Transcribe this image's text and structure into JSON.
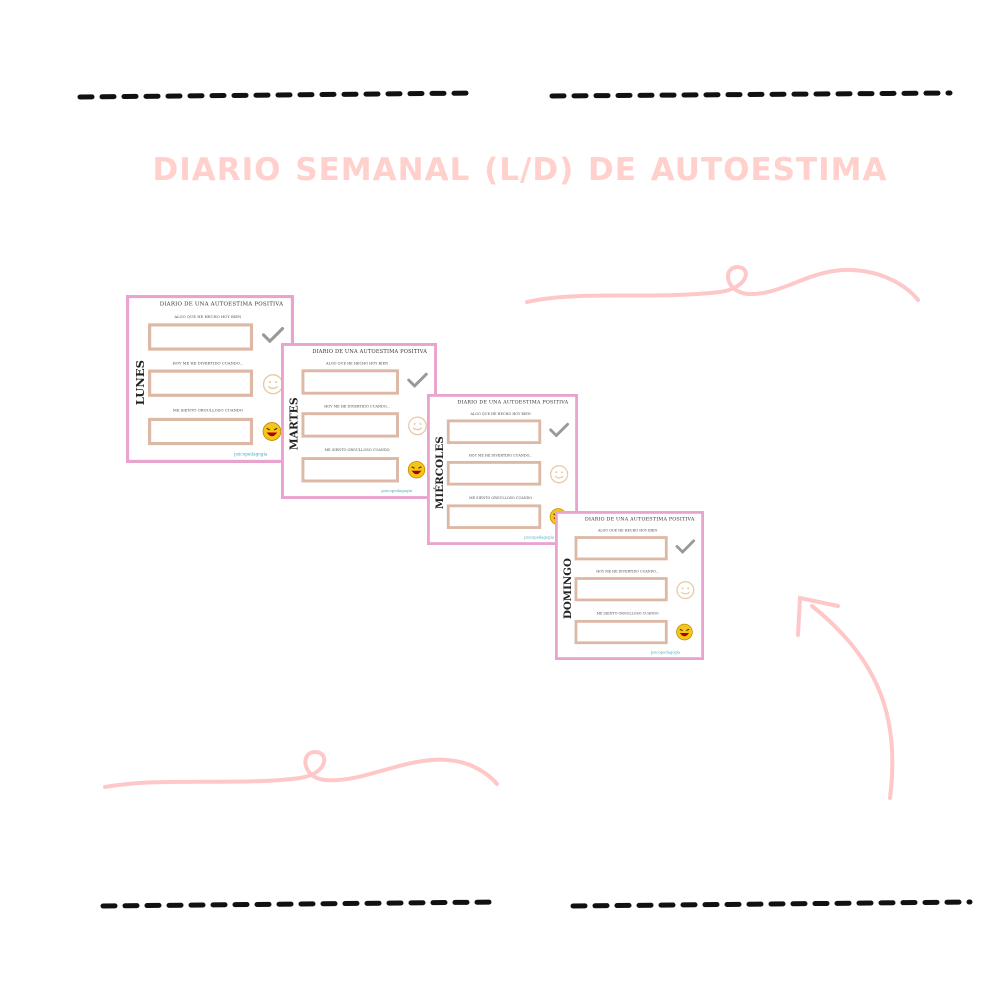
{
  "title": "DIARIO  SEMANAL (L/D) DE AUTOESTIMA",
  "colors": {
    "title": "#ffd0cc",
    "dashes": "#111111",
    "swirl": "#ffc8c8",
    "card_border": "#e8a3cf",
    "box_border": "#dcb8a5"
  },
  "cards": [
    {
      "day": "LUNES",
      "header": "DIARIO DE UNA AUTOESTIMA POSITIVA",
      "prompts": [
        "ALGO QUE HE HECHO HOY BIEN",
        "HOY ME HE DIVERTIDO CUANDO...",
        "ME SIENTO ORGULLOSO CUANDO"
      ],
      "icons": [
        "check-icon",
        "smile-icon",
        "laughing-emoji-icon"
      ],
      "brand": "psicopedagogía"
    },
    {
      "day": "MARTES",
      "header": "DIARIO DE UNA AUTOESTIMA POSITIVA",
      "prompts": [
        "ALGO QUE HE HECHO HOY BIEN",
        "HOY ME HE DIVERTIDO CUANDO...",
        "ME SIENTO ORGULLOSO CUANDO"
      ],
      "icons": [
        "check-icon",
        "smile-icon",
        "laughing-emoji-icon"
      ],
      "brand": "psicopedagogía"
    },
    {
      "day": "MIÉRCOLES",
      "header": "DIARIO DE UNA AUTOESTIMA POSITIVA",
      "prompts": [
        "ALGO QUE HE HECHO HOY BIEN",
        "HOY ME HE DIVERTIDO CUANDO...",
        "ME SIENTO ORGULLOSO CUANDO"
      ],
      "icons": [
        "check-icon",
        "smile-icon",
        "laughing-emoji-icon"
      ],
      "brand": "psicopedagogía"
    },
    {
      "day": "DOMINGO",
      "header": "DIARIO DE UNA AUTOESTIMA POSITIVA",
      "prompts": [
        "ALGO QUE HE HECHO HOY BIEN",
        "HOY ME HE DIVERTIDO CUANDO...",
        "ME SIENTO ORGULLOSO CUANDO"
      ],
      "icons": [
        "check-icon",
        "smile-icon",
        "laughing-emoji-icon"
      ],
      "brand": "psicopedagogía"
    }
  ]
}
